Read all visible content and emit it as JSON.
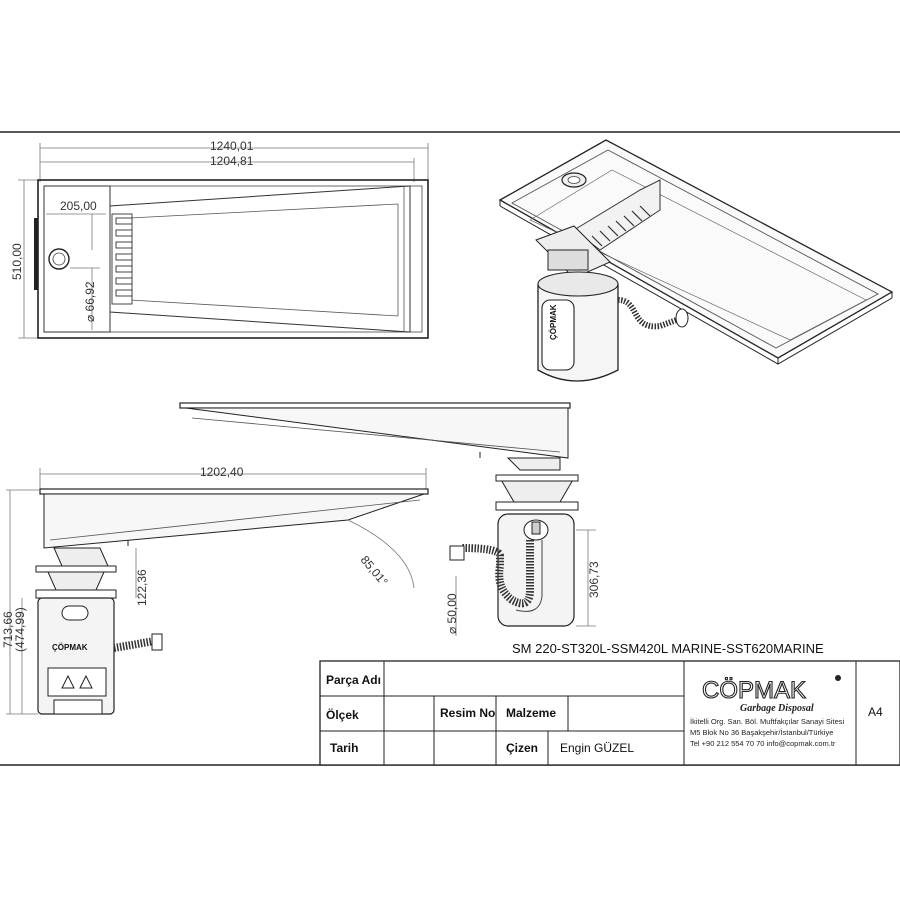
{
  "plan_view": {
    "overall_width": "1240,01",
    "inner_width": "1204,81",
    "height": "510,00",
    "drain_offset": "205,00",
    "drain_diameter": "⌀ 66,92"
  },
  "side_view": {
    "length": "1202,40",
    "angle": "85,01°",
    "height_overall": "713,66",
    "height_body": "(474,99)",
    "height_upper": "122,36"
  },
  "detail_view": {
    "height": "306,73",
    "pipe_diameter": "⌀ 50,00"
  },
  "brand": {
    "logo": "CÖPMAK",
    "tagline": "Garbage Disposal",
    "address_lines": [
      "İkitelli Org. San. Böl. Muftfakçılar Sanayi Sitesi",
      "M5 Blok No 36 Başakşehir/İstanbul/Türkiye",
      "Tel +90 212 554 70 70 info@copmak.com.tr"
    ]
  },
  "unit_label": "ÇÖPMAK",
  "title_line": "SM 220-ST320L-SSM420L MARINE-SST620MARINE",
  "title_block": {
    "part_name_label": "Parça Adı",
    "scale_label": "Ölçek",
    "drawing_no_label": "Resim No",
    "material_label": "Malzeme",
    "date_label": "Tarih",
    "drawn_label": "Çizen",
    "drawn_by": "Engin GÜZEL",
    "sheet_size": "A4"
  }
}
